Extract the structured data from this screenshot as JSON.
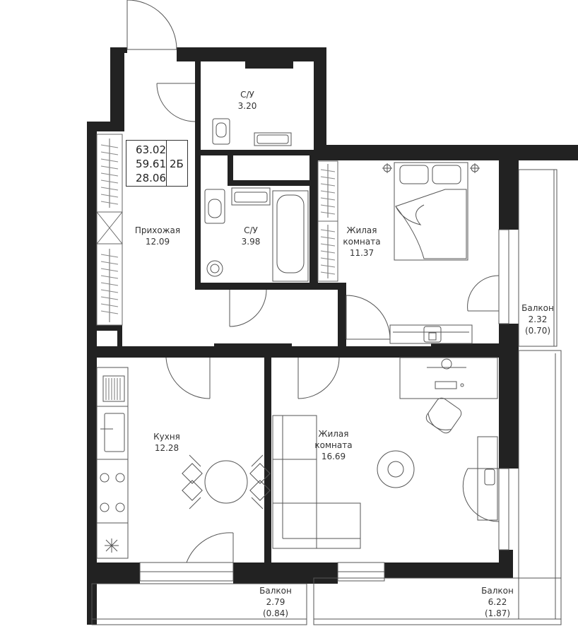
{
  "apartment_info": {
    "total_area": "63.02",
    "area_without_balconies": "59.61",
    "living_area": "28.06",
    "type": "2Б"
  },
  "rooms": {
    "bathroom_small": {
      "name": "С/У",
      "area": "3.20"
    },
    "bathroom_large": {
      "name": "С/У",
      "area": "3.98"
    },
    "hallway": {
      "name": "Прихожая",
      "area": "12.09"
    },
    "bedroom": {
      "name_line1": "Жилая",
      "name_line2": "комната",
      "area": "11.37"
    },
    "kitchen": {
      "name": "Кухня",
      "area": "12.28"
    },
    "living_room": {
      "name_line1": "Жилая",
      "name_line2": "комната",
      "area": "16.69"
    },
    "balcony_right": {
      "name": "Балкон",
      "area": "2.32",
      "reduced_area": "(0.70)"
    },
    "balcony_kitchen": {
      "name": "Балкон",
      "area": "2.79",
      "reduced_area": "(0.84)"
    },
    "balcony_living": {
      "name": "Балкон",
      "area": "6.22",
      "reduced_area": "(1.87)"
    }
  },
  "colors": {
    "wall": "#222222",
    "line": "#444444",
    "thin": "#888888"
  }
}
